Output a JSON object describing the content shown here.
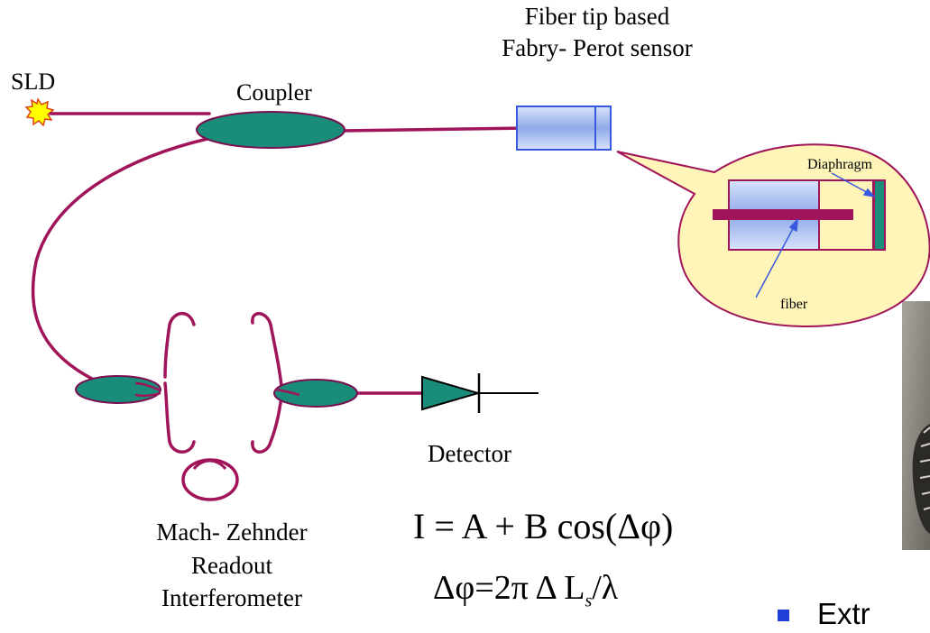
{
  "labels": {
    "sld": "SLD",
    "coupler": "Coupler",
    "sensor_line1": "Fiber tip based",
    "sensor_line2": "Fabry- Perot sensor",
    "diaphragm": "Diaphragm",
    "fiber": "fiber",
    "detector": "Detector",
    "mz_line1": "Mach- Zehnder",
    "mz_line2": "Readout",
    "mz_line3": "Interferometer"
  },
  "equations": {
    "intensity": "I = A + B cos(Δφ)",
    "phase_lhs": "Δφ=2π Δ L",
    "phase_sub": "s",
    "phase_rhs": "/λ"
  },
  "bullet": {
    "text": "Extr"
  },
  "colors": {
    "fiber": "#a0145a",
    "coupler_fill": "#1a8c7a",
    "coupler_stroke": "#7a1050",
    "bubble_fill": "#fff5b8",
    "bubble_stroke": "#a0145a",
    "sensor_fill": "#b6c9f3",
    "bullet": "#1f3fd6",
    "sld_star": "#ffff00",
    "arrow": "#3858e0"
  }
}
